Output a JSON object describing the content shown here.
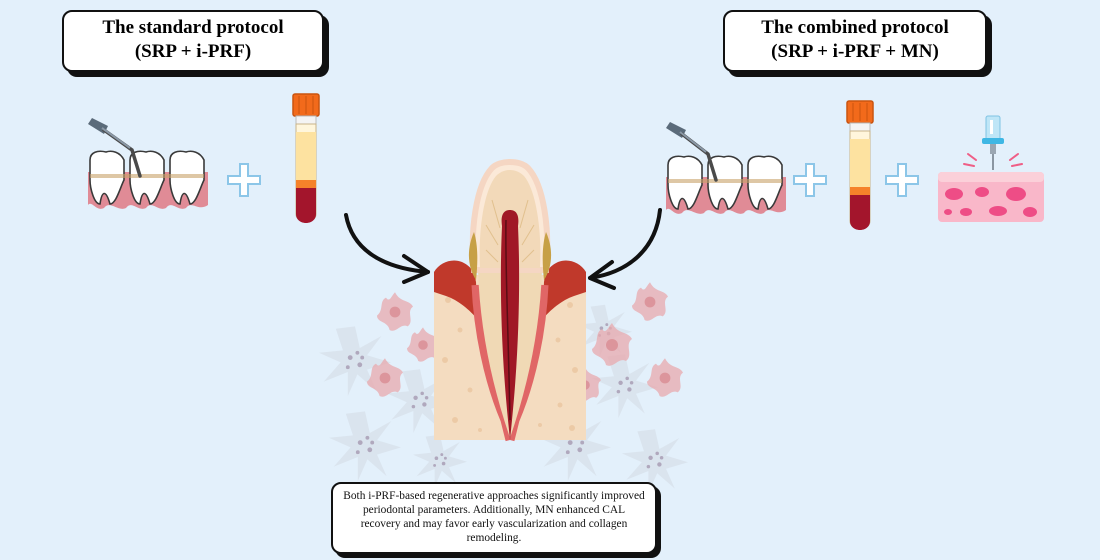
{
  "left_protocol": {
    "title_line1": "The standard protocol",
    "title_line2": "(SRP + i-PRF)"
  },
  "right_protocol": {
    "title_line1": "The combined protocol",
    "title_line2": "(SRP + i-PRF + MN)"
  },
  "caption": "Both i-PRF-based regenerative approaches significantly improved periodontal parameters. Additionally, MN enhanced CAL recovery and may favor early vascularization and collagen remodeling.",
  "icons": {
    "scaler": "dental-scaler-icon",
    "teeth": "teeth-row-icon",
    "plus": "plus-icon",
    "tube": "blood-tube-icon",
    "microneedling": "microneedling-skin-icon",
    "tooth_section": "tooth-cross-section-icon",
    "cells": "fibroblast-cell-icon"
  },
  "colors": {
    "background": "#e3f0fb",
    "plus": "#9fd1ee",
    "tube_cap": "#f26a1b",
    "plasma": "#fde2a0",
    "blood": "#a3152c",
    "gum": "#d9534f",
    "bone": "#f4dcc0"
  }
}
